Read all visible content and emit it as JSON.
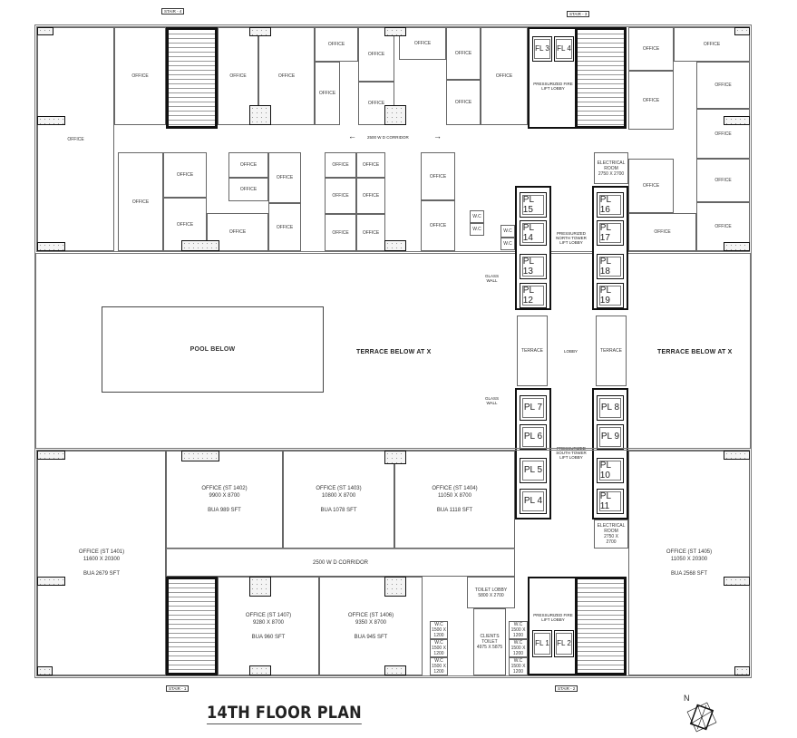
{
  "title": "14TH FLOOR PLAN",
  "north_label": "N",
  "stairs": [
    "STAIR - 4",
    "STAIR - 3",
    "STAIR - 1",
    "STAIR - 2"
  ],
  "top_block": {
    "office_label": "OFFICE",
    "corridor_label": "2500 W D CORRIDOR",
    "fire_lift_lobby": "PRESSURIZED FIRE\nLIFT LOBBY",
    "north_lift_lobby": "PRESSURIZED\nNORTH TOWER\nLIFT LOBBY",
    "electrical_room": "ELECTRICAL\nROOM\n2750 X 2700",
    "lifts": [
      "FL 3",
      "FL 4"
    ],
    "wc": "W.C"
  },
  "middle": {
    "pool": "POOL  BELOW",
    "terrace_left": "TERRACE BELOW AT X",
    "terrace_right": "TERRACE BELOW AT X",
    "glass_wall": "GLASS\nWALL",
    "terrace_small": "TERRACE",
    "lobby": "LOBBY"
  },
  "passenger_lifts": {
    "left": [
      "PL 15",
      "PL 14",
      "PL 13",
      "PL 12",
      "PL 7",
      "PL 6",
      "PL 5",
      "PL 4"
    ],
    "right": [
      "PL 16",
      "PL 17",
      "PL 18",
      "PL 19",
      "PL 8",
      "PL 9",
      "PL 10",
      "PL 11"
    ]
  },
  "bottom_block": {
    "offices": [
      {
        "name": "OFFICE (ST 1401)\n11600 X 20300",
        "bua": "BUA 2679 SFT"
      },
      {
        "name": "OFFICE (ST 1402)\n9900 X 8700",
        "bua": "BUA 989 SFT"
      },
      {
        "name": "OFFICE (ST 1403)\n10800 X 8700",
        "bua": "BUA 1078 SFT"
      },
      {
        "name": "OFFICE (ST 1404)\n11050 X 8700",
        "bua": "BUA 1118 SFT"
      },
      {
        "name": "OFFICE (ST 1405)\n11050 X 20300",
        "bua": "BUA 2568 SFT"
      },
      {
        "name": "OFFICE (ST 1406)\n9350 X 8700",
        "bua": "BUA 945 SFT"
      },
      {
        "name": "OFFICE (ST 1407)\n9280 X 8700",
        "bua": "BUA 960 SFT"
      }
    ],
    "corridor": "2500 W D CORRIDOR",
    "south_lift_lobby": "PRESSURIZED\nSOUTH TOWER\nLIFT LOBBY",
    "toilet_lobby": "TOILET LOBBY\n5800 X 2700",
    "clients_toilet": "CLIENTS TOILET\n4975 X 5875",
    "electrical_room": "ELECTRICAL\nROOM\n2750 X\n2700",
    "fire_lift_lobby": "PRESSURIZED FIRE\nLIFT LOBBY",
    "lifts": [
      "FL 1",
      "FL 2"
    ],
    "wc": "W.C\n1500 X\n1200"
  }
}
